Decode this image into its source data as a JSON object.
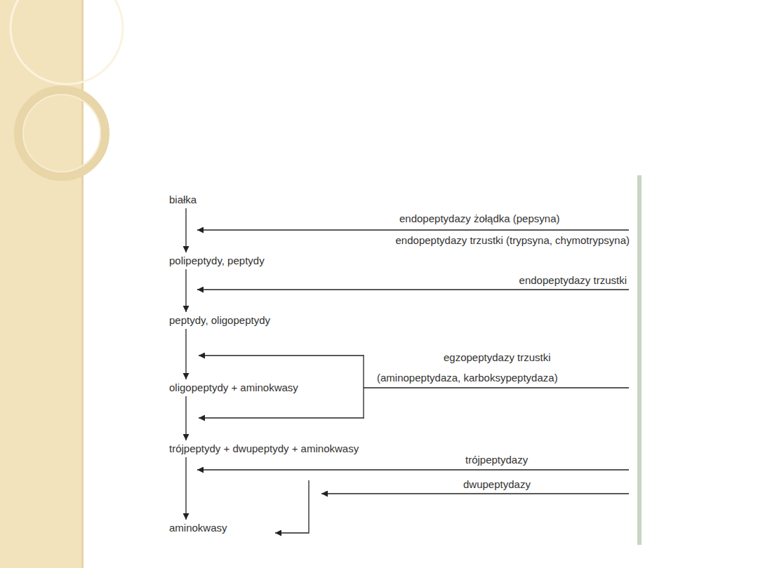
{
  "diagram": {
    "nodes": [
      {
        "text": [
          "białka"
        ]
      },
      {
        "text": [
          "polipeptydy, peptydy"
        ]
      },
      {
        "text": [
          "peptydy, oligopeptydy"
        ]
      },
      {
        "text": [
          "oligopeptydy + aminokwasy"
        ]
      },
      {
        "text": [
          "trójpeptydy + dwupeptydy + aminokwasy"
        ]
      },
      {
        "text": [
          "aminokwasy"
        ]
      }
    ],
    "edges": [
      {
        "from": 0,
        "to": 1,
        "arrow": "to"
      },
      {
        "from": 1,
        "to": 2,
        "arrow": "to"
      },
      {
        "from": 2,
        "to": 3,
        "arrow": "to"
      },
      {
        "from": 3,
        "to": 4,
        "arrow": "to"
      },
      {
        "from": 4,
        "to": 5,
        "arrow": "to"
      }
    ],
    "labels": [
      "endopeptydazy żołądka (pepsyna)",
      "endopeptydazy trzustki (trypsyna, chymotrypsyna)",
      "endopeptydazy trzustki",
      "egzopeptydazy trzustki",
      "(aminopeptydaza, karboksypeptydaza)",
      "trójpeptydazy",
      "dwupeptydazy"
    ]
  }
}
